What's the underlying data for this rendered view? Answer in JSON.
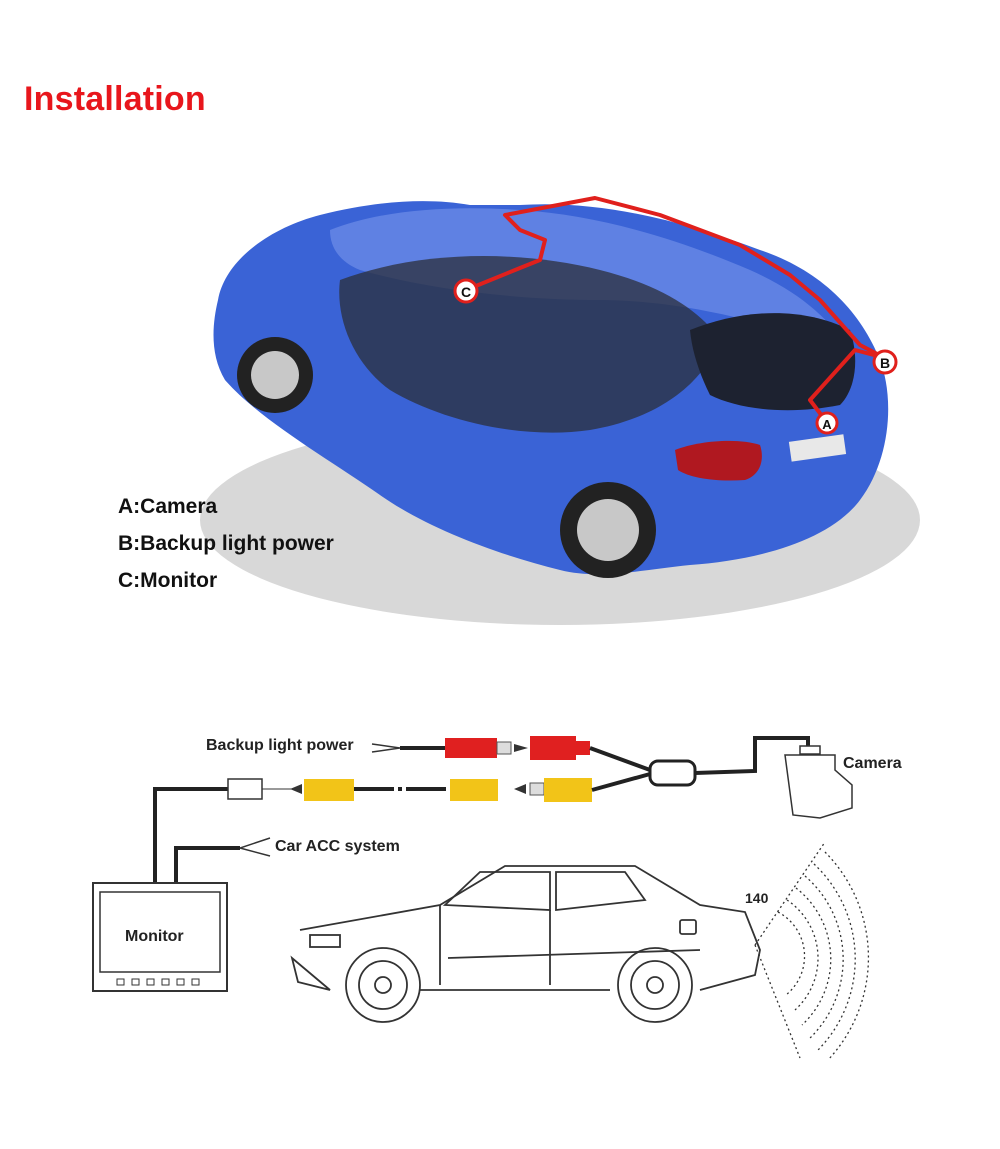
{
  "title": "Installation",
  "legend": {
    "a": "A:Camera",
    "b": "B:Backup light power",
    "c": "C:Monitor"
  },
  "markers": {
    "a": "A",
    "b": "B",
    "c": "C"
  },
  "wiring": {
    "backup_light_power": "Backup light power",
    "camera": "Camera",
    "car_acc_system": "Car ACC system",
    "monitor": "Monitor",
    "angle": "140"
  },
  "colors": {
    "title": "#e8161c",
    "car_body": "#3a63d6",
    "wire_route": "#e0201c",
    "rca_red": "#e02020",
    "rca_yellow": "#f2c418"
  }
}
